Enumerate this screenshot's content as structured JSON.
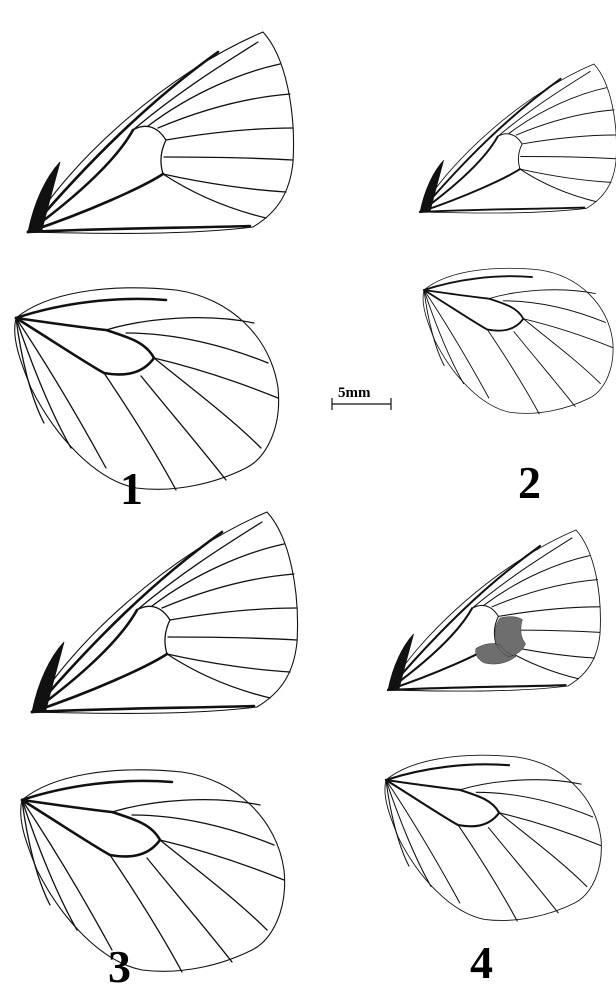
{
  "figures": [
    {
      "label": "1",
      "forewing": {
        "shaded_patch": false
      },
      "hindwing": {}
    },
    {
      "label": "2",
      "forewing": {
        "shaded_patch": false
      },
      "hindwing": {}
    },
    {
      "label": "3",
      "forewing": {
        "shaded_patch": false
      },
      "hindwing": {}
    },
    {
      "label": "4",
      "forewing": {
        "shaded_patch": true
      },
      "hindwing": {}
    }
  ],
  "scale_bar": {
    "label": "5mm"
  },
  "colors": {
    "line": "#111111",
    "patch": "#6e6e6e",
    "background": "#ffffff"
  }
}
